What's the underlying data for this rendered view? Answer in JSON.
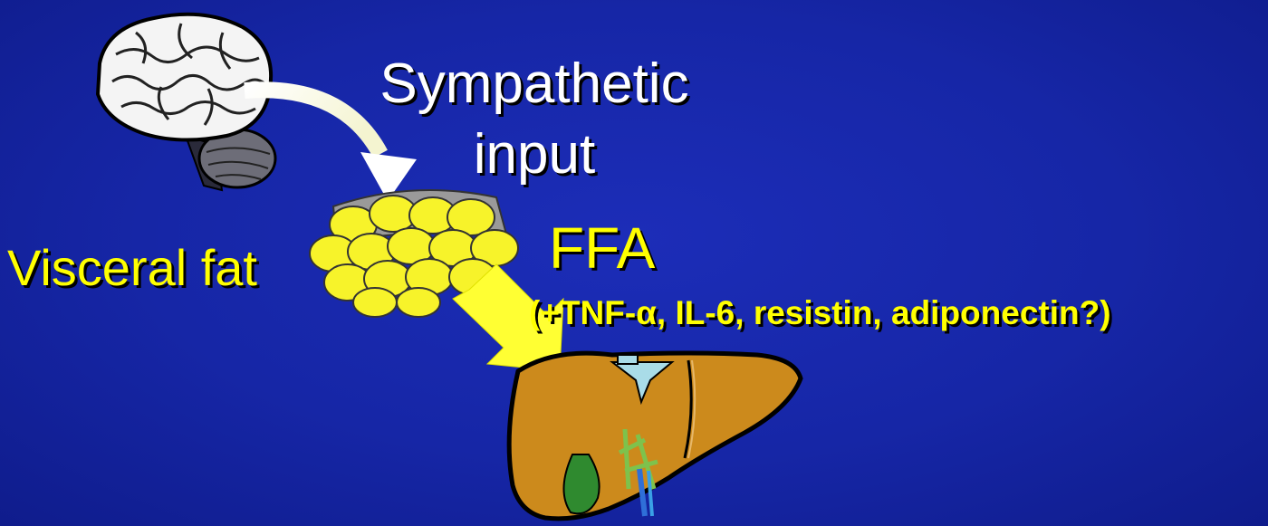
{
  "diagram": {
    "background_color": "#1626a6",
    "text_color_primary": "#ffffff",
    "text_color_accent": "#ffff00",
    "organ_colors": {
      "brain": "#ffffff",
      "fat_cells": "#f7f32a",
      "liver": "#cc8a1c",
      "arrow": "#ffff33"
    },
    "labels": {
      "sympathetic_line1": "Sympathetic",
      "sympathetic_line2": "input",
      "visceral_fat": "Visceral fat",
      "ffa": "FFA",
      "cytokines": "(+TNF-α, IL-6, resistin, adiponectin?)"
    },
    "icons": {
      "brain": "brain-icon",
      "fat": "fat-cells-icon",
      "liver": "liver-icon",
      "curved_arrow": "curved-arrow-icon",
      "block_arrow": "block-arrow-icon"
    }
  }
}
